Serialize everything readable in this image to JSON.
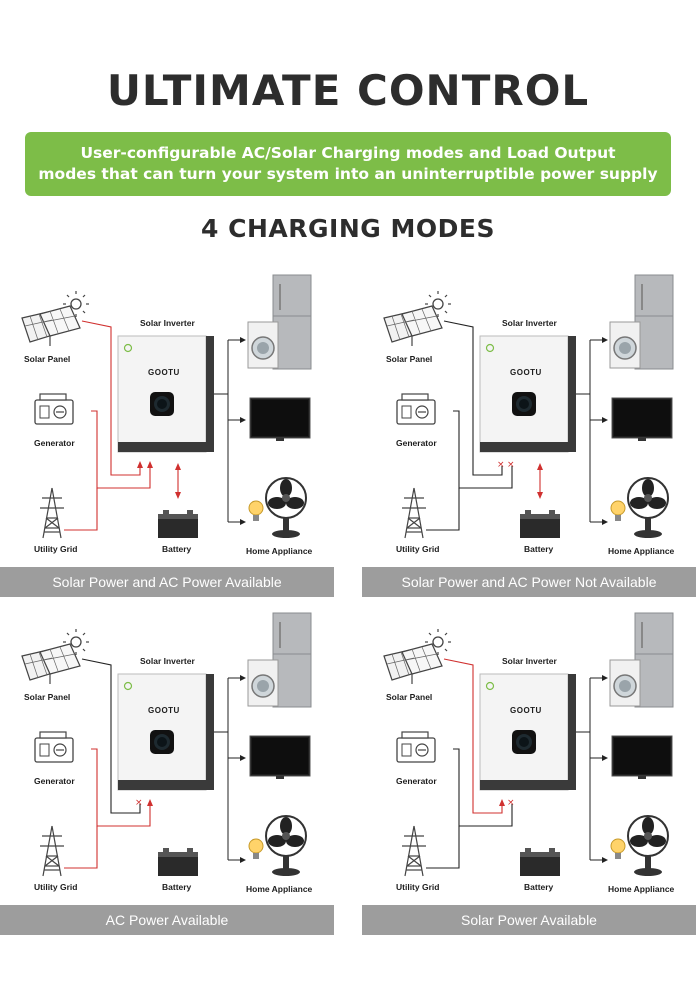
{
  "header": {
    "title": "ULTIMATE CONTROL",
    "banner_line1": "User-configurable AC/Solar Charging modes and Load Output",
    "banner_line2": "modes that can turn your system into an uninterruptible power supply",
    "subtitle": "4 CHARGING MODES"
  },
  "labels": {
    "solar_panel": "Solar Panel",
    "generator": "Generator",
    "utility_grid": "Utility Grid",
    "solar_inverter": "Solar Inverter",
    "battery": "Battery",
    "home_appliance": "Home Appliance",
    "brand": "GOOTU"
  },
  "modes": [
    {
      "caption": "Solar Power and AC Power Available"
    },
    {
      "caption": "Solar Power and AC Power Not Available"
    },
    {
      "caption": "AC Power Available"
    },
    {
      "caption": "Solar Power Available"
    }
  ],
  "colors": {
    "accent_green": "#7dbd48",
    "caption_gray": "#9d9d9d",
    "flow_red": "#d0302f"
  }
}
